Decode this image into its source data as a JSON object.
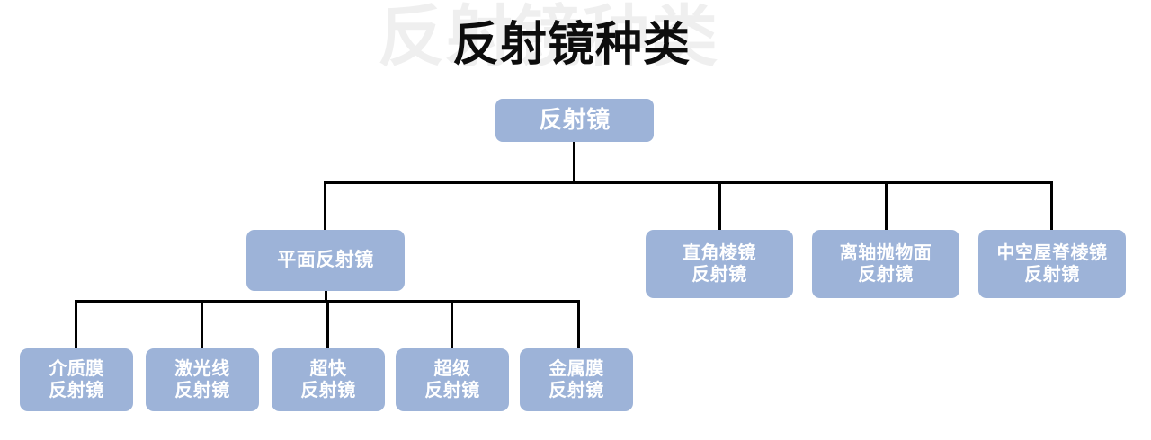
{
  "page": {
    "background_color": "#ffffff",
    "node_fill_color": "#9db3d8",
    "node_text_color": "#ffffff",
    "connector_color": "#000000"
  },
  "title": {
    "text": "反射镜种类",
    "watermark_text": "反射镜种类",
    "color": "#0d0d0d",
    "watermark_color": "#efefef"
  },
  "diagram": {
    "root": {
      "label": "反射镜"
    },
    "level2": [
      {
        "label": "平面反射镜"
      },
      {
        "label": "直角棱镜\n反射镜"
      },
      {
        "label": "离轴抛物面\n反射镜"
      },
      {
        "label": "中空屋脊棱镜\n反射镜"
      }
    ],
    "leaves": [
      {
        "label": "介质膜\n反射镜"
      },
      {
        "label": "激光线\n反射镜"
      },
      {
        "label": "超快\n反射镜"
      },
      {
        "label": "超级\n反射镜"
      },
      {
        "label": "金属膜\n反射镜"
      }
    ]
  }
}
